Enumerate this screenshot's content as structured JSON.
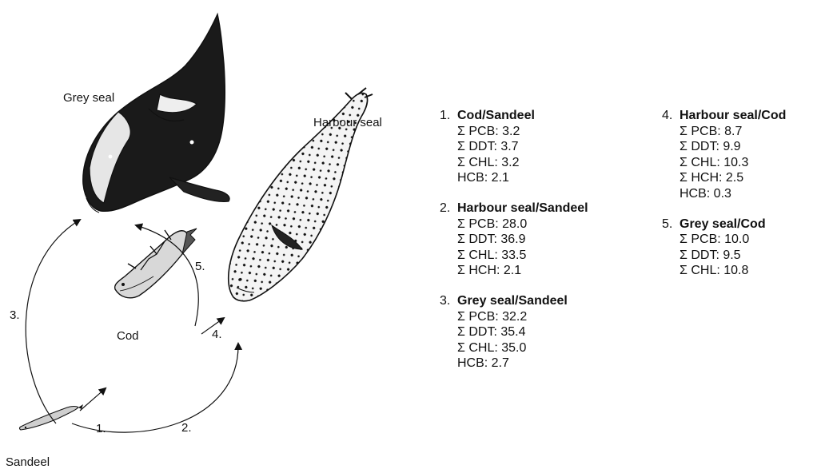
{
  "animals": {
    "grey_seal": "Grey seal",
    "harbour_seal": "Harbour seal",
    "cod": "Cod",
    "sandeel": "Sandeel"
  },
  "arrows": [
    {
      "id": 1,
      "label": "1."
    },
    {
      "id": 2,
      "label": "2."
    },
    {
      "id": 3,
      "label": "3."
    },
    {
      "id": 4,
      "label": "4."
    },
    {
      "id": 5,
      "label": "5."
    }
  ],
  "relations": [
    {
      "num": "1.",
      "title": "Cod/Sandeel",
      "lines": [
        "Σ PCB: 3.2",
        "Σ DDT: 3.7",
        "Σ CHL: 3.2",
        "HCB: 2.1"
      ]
    },
    {
      "num": "2.",
      "title": "Harbour seal/Sandeel",
      "lines": [
        "Σ PCB: 28.0",
        "Σ DDT: 36.9",
        "Σ CHL: 33.5",
        "Σ HCH: 2.1"
      ]
    },
    {
      "num": "3.",
      "title": "Grey seal/Sandeel",
      "lines": [
        "Σ PCB: 32.2",
        "Σ DDT: 35.4",
        "Σ CHL: 35.0",
        "HCB: 2.7"
      ]
    },
    {
      "num": "4.",
      "title": "Harbour seal/Cod",
      "lines": [
        "Σ PCB: 8.7",
        "Σ DDT: 9.9",
        "Σ CHL: 10.3",
        "Σ HCH: 2.5",
        "HCB: 0.3"
      ]
    },
    {
      "num": "5.",
      "title": "Grey seal/Cod",
      "lines": [
        "Σ PCB: 10.0",
        "Σ DDT: 9.5",
        "Σ CHL: 10.8"
      ]
    }
  ]
}
